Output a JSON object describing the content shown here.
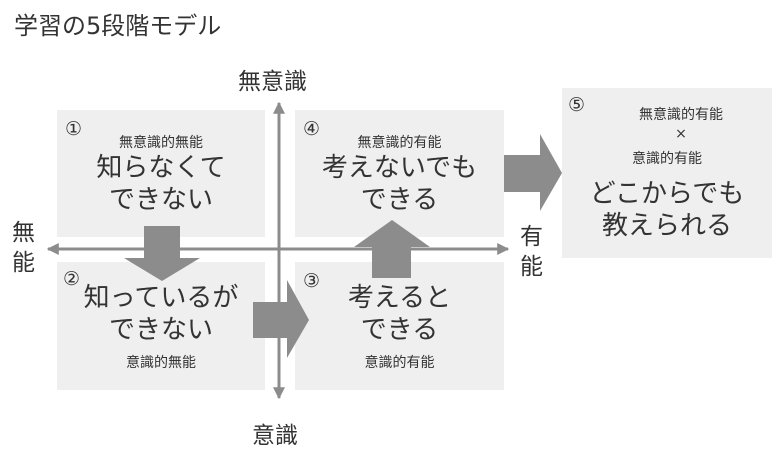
{
  "title": "学習の5段階モデル",
  "axes": {
    "top": "無意識",
    "bottom": "意識",
    "left": "無能",
    "right": "有能"
  },
  "stages": [
    {
      "number": "①",
      "label": "無意識的無能",
      "text_line1": "知らなくて",
      "text_line2": "できない"
    },
    {
      "number": "②",
      "label": "意識的無能",
      "text_line1": "知っているが",
      "text_line2": "できない"
    },
    {
      "number": "③",
      "label": "意識的有能",
      "text_line1": "考えると",
      "text_line2": "できる"
    },
    {
      "number": "④",
      "label": "無意識的有能",
      "text_line1": "考えないでも",
      "text_line2": "できる"
    },
    {
      "number": "⑤",
      "label_line1": "無意識的有能",
      "cross": "×",
      "label_line2": "意識的有能",
      "text_line1": "どこからでも",
      "text_line2": "教えられる"
    }
  ],
  "colors": {
    "box": "#efefef",
    "arrow": "#8c8c8c",
    "axis": "#8c8c8c"
  }
}
